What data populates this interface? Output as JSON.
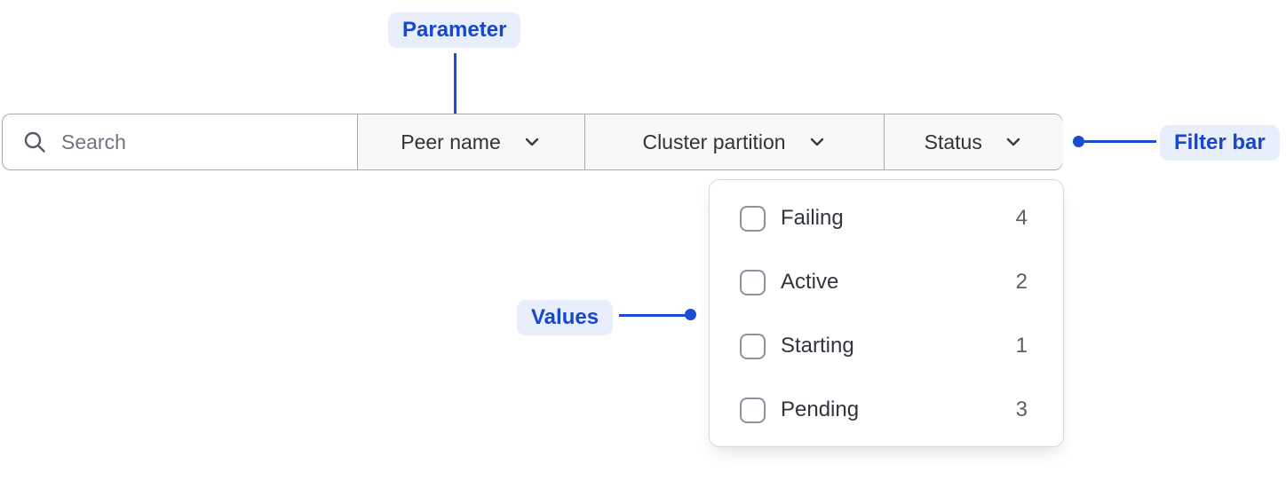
{
  "annotations": {
    "parameter_label": "Parameter",
    "filter_bar_label": "Filter bar",
    "values_label": "Values"
  },
  "filter_bar": {
    "search": {
      "placeholder": "Search",
      "value": "",
      "icon": "search-icon"
    },
    "dropdowns": [
      {
        "label": "Peer name",
        "icon": "chevron-down-icon"
      },
      {
        "label": "Cluster partition",
        "icon": "chevron-down-icon"
      },
      {
        "label": "Status",
        "icon": "chevron-down-icon",
        "expanded": true
      }
    ]
  },
  "status_dropdown": {
    "options": [
      {
        "label": "Failing",
        "count": 4,
        "checked": false
      },
      {
        "label": "Active",
        "count": 2,
        "checked": false
      },
      {
        "label": "Starting",
        "count": 1,
        "checked": false
      },
      {
        "label": "Pending",
        "count": 3,
        "checked": false
      }
    ]
  },
  "colors": {
    "annotation_blue": "#1c4bd4",
    "annotation_badge_bg": "#e8eefb",
    "bar_border": "#a6a9ad",
    "dropdown_section_bg": "#f8f8f9",
    "panel_border": "#d5d7dc",
    "text_dark": "#2f333a",
    "text_gray": "#6f7580",
    "count_gray": "#5a5f68"
  }
}
